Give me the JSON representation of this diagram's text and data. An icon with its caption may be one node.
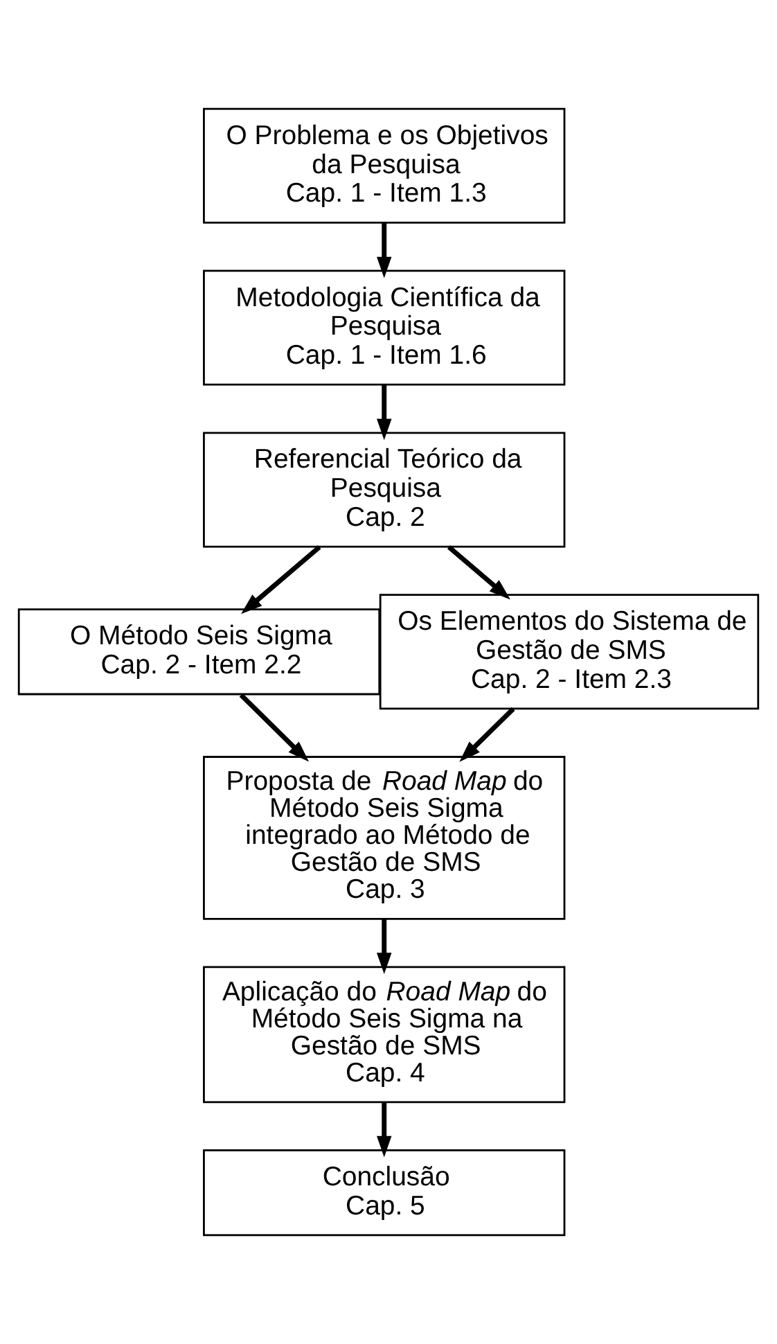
{
  "diagram": {
    "nodes": [
      {
        "text": [
          "O Problema e os Objetivos da Pesquisa",
          "Cap. 1 - Item 1.3"
        ]
      },
      {
        "text": [
          "Metodologia Científica da Pesquisa",
          "Cap. 1 - Item 1.6"
        ]
      },
      {
        "text": [
          "Referencial Teórico da Pesquisa",
          "Cap. 2"
        ]
      },
      {
        "text": [
          "O Método Seis Sigma",
          "Cap. 2 - Item 2.2"
        ]
      },
      {
        "text": [
          "Os Elementos do Sistema de Gestão de SMS",
          "Cap. 2 - Item 2.3"
        ]
      },
      {
        "text": [
          "Proposta de *Road Map* do Método Seis Sigma integrado ao Método de Gestão de SMS",
          "Cap. 3"
        ]
      },
      {
        "text": [
          "Aplicação do *Road Map* do Método Seis Sigma na Gestão de SMS",
          "Cap. 4"
        ]
      },
      {
        "text": [
          "Conclusão",
          "Cap. 5"
        ]
      }
    ],
    "edges": [
      {
        "from": 0,
        "to": 1,
        "arrow": "to"
      },
      {
        "from": 1,
        "to": 2,
        "arrow": "to"
      },
      {
        "from": 2,
        "to": 3,
        "arrow": "to"
      },
      {
        "from": 2,
        "to": 4,
        "arrow": "to"
      },
      {
        "from": 3,
        "to": 5,
        "arrow": "to"
      },
      {
        "from": 4,
        "to": 5,
        "arrow": "to"
      },
      {
        "from": 5,
        "to": 6,
        "arrow": "to"
      },
      {
        "from": 6,
        "to": 7,
        "arrow": "to"
      }
    ]
  }
}
